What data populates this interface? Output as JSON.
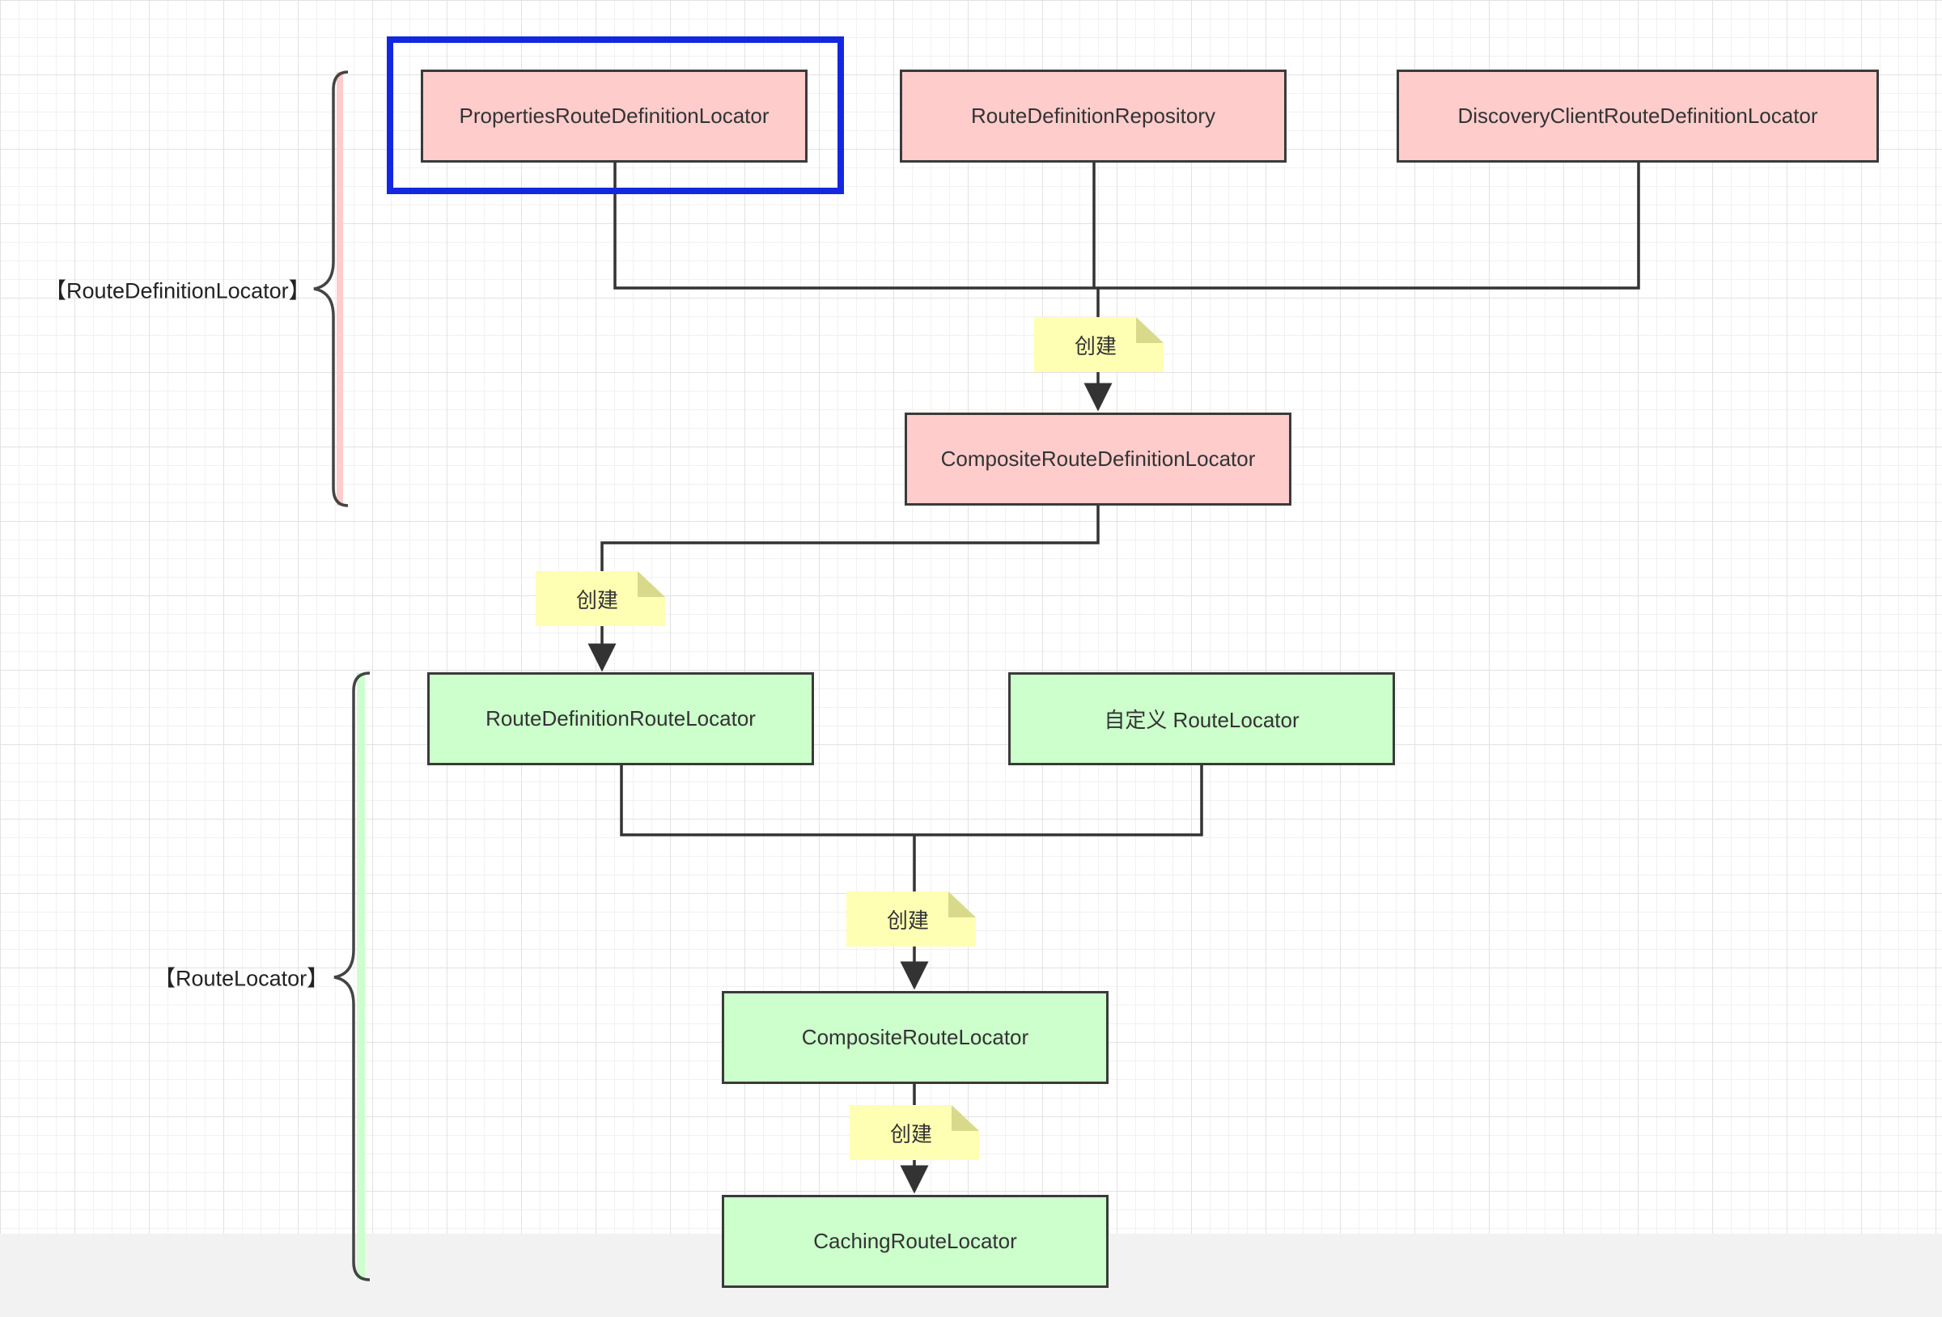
{
  "groups": {
    "route_definition_locator": {
      "label": "【RouteDefinitionLocator】",
      "color": "#ffcccc"
    },
    "route_locator": {
      "label": "【RouteLocator】",
      "color": "#ccffcc"
    }
  },
  "nodes": {
    "properties": "PropertiesRouteDefinitionLocator",
    "repository": "RouteDefinitionRepository",
    "discovery": "DiscoveryClientRouteDefinitionLocator",
    "composite_def": "CompositeRouteDefinitionLocator",
    "route_def_route": "RouteDefinitionRouteLocator",
    "custom": "自定义 RouteLocator",
    "composite_route": "CompositeRouteLocator",
    "caching": "CachingRouteLocator"
  },
  "notes": {
    "create_1": "创建",
    "create_2": "创建",
    "create_3": "创建",
    "create_4": "创建"
  },
  "colors": {
    "pink_fill": "#ffcccc",
    "green_fill": "#ccffcc",
    "note_fill": "#ffffb3",
    "note_fold": "#d9d98c",
    "highlight": "#1427e0",
    "line": "#333333"
  }
}
